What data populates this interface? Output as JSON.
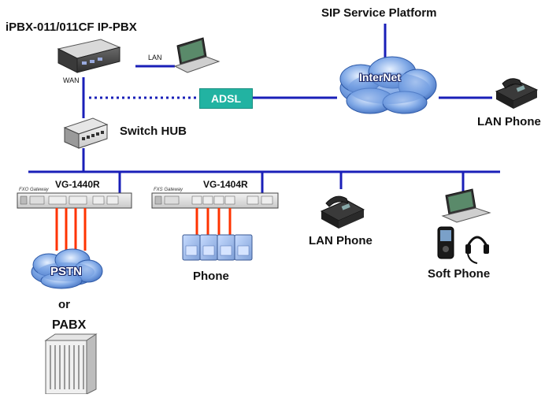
{
  "labels": {
    "ipbx": "iPBX-011/011CF IP-PBX",
    "sip": "SIP Service Platform",
    "lan": "LAN",
    "wan": "WAN",
    "adsl": "ADSL",
    "internet": "InterNet",
    "lan_phone_top": "LAN Phone",
    "switch_hub": "Switch HUB",
    "vg1440r": "VG-1440R",
    "vg1404r": "VG-1404R",
    "fxo_gateway": "FXO Gateway",
    "fxs_gateway": "FXS Gateway",
    "lan_phone_mid": "LAN Phone",
    "pstn": "PSTN",
    "or": "or",
    "pabx": "PABX",
    "phone": "Phone",
    "soft_phone": "Soft Phone"
  },
  "colors": {
    "network_line": "#1a1fb8",
    "phone_line": "#ff3300",
    "adsl_box": "#22b3a2",
    "cloud": "#5b8ed6"
  },
  "icons": {
    "ipbx_device": "rack-device-icon",
    "laptop": "laptop-icon",
    "switch": "switch-hub-icon",
    "cloud": "cloud-icon",
    "ip_phone": "ip-phone-icon",
    "analog_phone": "analog-phone-icon",
    "mobile": "mobile-phone-icon",
    "headset": "headset-icon",
    "pabx": "pabx-cabinet-icon"
  }
}
